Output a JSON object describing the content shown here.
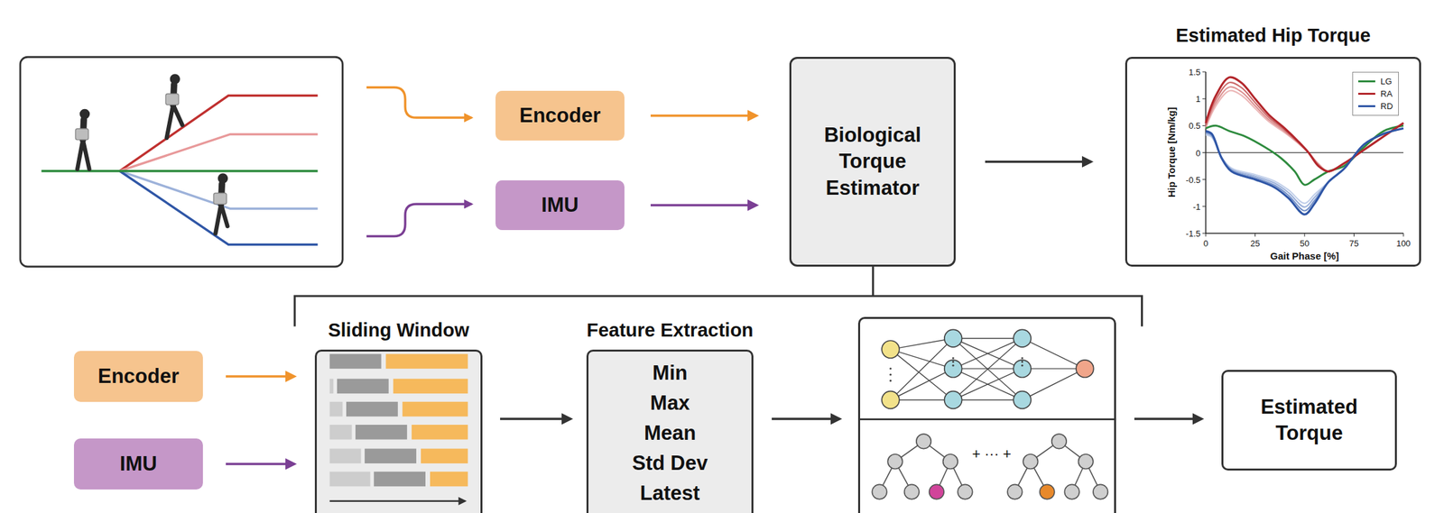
{
  "diagram": {
    "nodes": [
      {
        "text": [
          "Encoder"
        ]
      },
      {
        "text": [
          "IMU"
        ]
      },
      {
        "text": [
          "Biological Torque Estimator"
        ]
      },
      {
        "text": [
          "Estimated Hip Torque"
        ]
      },
      {
        "text": [
          "Encoder"
        ]
      },
      {
        "text": [
          "IMU"
        ]
      },
      {
        "text": [
          "Sliding Window"
        ]
      },
      {
        "text": [
          "Feature Extraction",
          "Min",
          "Max",
          "Mean",
          "Std Dev",
          "Latest"
        ]
      },
      {
        "text": [
          "+ ··· +"
        ]
      },
      {
        "text": [
          "Estimated Torque"
        ]
      }
    ],
    "edges": [
      {
        "from": 0,
        "to": 2,
        "arrow": "to"
      },
      {
        "from": 1,
        "to": 2,
        "arrow": "to"
      },
      {
        "from": 2,
        "to": 3,
        "arrow": "to"
      },
      {
        "from": 4,
        "to": 6,
        "arrow": "to"
      },
      {
        "from": 5,
        "to": 6,
        "arrow": "to"
      },
      {
        "from": 6,
        "to": 7,
        "arrow": "to"
      },
      {
        "from": 7,
        "to": 8,
        "arrow": "to"
      },
      {
        "from": 8,
        "to": 9,
        "arrow": "to"
      }
    ],
    "labels": [
      "Hip Torque [Nm/kg]",
      "Gait Phase [%]",
      "1.5",
      "1",
      "0.5",
      "0",
      "-0.5",
      "-1",
      "-1.5",
      "0",
      "25",
      "50",
      "75",
      "100"
    ],
    "legend": [
      {
        "text": "LG",
        "color": "#2e8b3e"
      },
      {
        "text": "RA",
        "color": "#b3262b"
      },
      {
        "text": "RD",
        "color": "#2f56a6"
      }
    ]
  }
}
